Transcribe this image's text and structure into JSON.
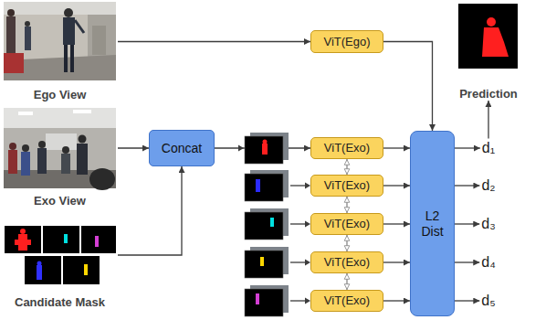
{
  "diagram": {
    "nodes": [
      {
        "text": [
          "Ego View"
        ]
      },
      {
        "text": [
          "ViT(Ego)"
        ]
      },
      {
        "text": [
          "Prediction"
        ]
      },
      {
        "text": [
          "Exo View"
        ]
      },
      {
        "text": [
          "Candidate Mask"
        ]
      },
      {
        "text": [
          "Concat"
        ]
      },
      {
        "text": [
          "ViT(Exo)"
        ]
      },
      {
        "text": [
          "ViT(Exo)"
        ]
      },
      {
        "text": [
          "ViT(Exo)"
        ]
      },
      {
        "text": [
          "ViT(Exo)"
        ]
      },
      {
        "text": [
          "ViT(Exo)"
        ]
      },
      {
        "text": [
          "L2 Dist"
        ]
      },
      {
        "text": [
          "d₁"
        ]
      },
      {
        "text": [
          "d₂"
        ]
      },
      {
        "text": [
          "d₃"
        ]
      },
      {
        "text": [
          "d₄"
        ]
      },
      {
        "text": [
          "d₅"
        ]
      }
    ],
    "edges": [
      {
        "from": 0,
        "to": 1,
        "arrow": "to"
      },
      {
        "from": 1,
        "to": 11,
        "arrow": "to"
      },
      {
        "from": 3,
        "to": 5,
        "arrow": "to"
      },
      {
        "from": 4,
        "to": 5,
        "arrow": "to"
      },
      {
        "from": 5,
        "to": 6,
        "arrow": "to"
      },
      {
        "from": 6,
        "to": 11,
        "arrow": "to"
      },
      {
        "from": 7,
        "to": 11,
        "arrow": "to"
      },
      {
        "from": 8,
        "to": 11,
        "arrow": "to"
      },
      {
        "from": 9,
        "to": 11,
        "arrow": "to"
      },
      {
        "from": 10,
        "to": 11,
        "arrow": "to"
      },
      {
        "from": 11,
        "to": 12,
        "arrow": "to"
      },
      {
        "from": 11,
        "to": 13,
        "arrow": "to"
      },
      {
        "from": 11,
        "to": 14,
        "arrow": "to"
      },
      {
        "from": 11,
        "to": 15,
        "arrow": "to"
      },
      {
        "from": 11,
        "to": 16,
        "arrow": "to"
      },
      {
        "from": 12,
        "to": 2,
        "arrow": "to"
      },
      {
        "from": 6,
        "to": 7,
        "arrow": "both"
      },
      {
        "from": 7,
        "to": 8,
        "arrow": "both"
      },
      {
        "from": 8,
        "to": 9,
        "arrow": "both"
      },
      {
        "from": 9,
        "to": 10,
        "arrow": "both"
      }
    ]
  }
}
